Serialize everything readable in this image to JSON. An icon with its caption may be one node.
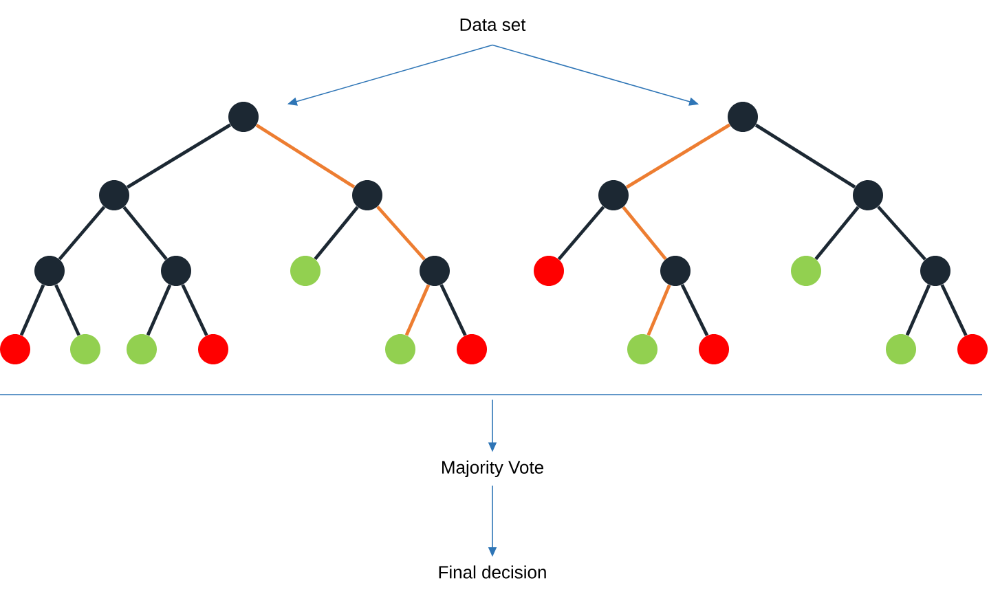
{
  "diagram": {
    "nodes": [
      {
        "text": [
          "Data set"
        ]
      },
      {
        "text": [],
        "shape": "circle"
      },
      {
        "text": [],
        "shape": "circle"
      },
      {
        "text": [],
        "shape": "circle"
      },
      {
        "text": [],
        "shape": "circle"
      },
      {
        "text": [],
        "shape": "circle"
      },
      {
        "text": [],
        "shape": "circle"
      },
      {
        "text": [],
        "shape": "circle"
      },
      {
        "text": [],
        "shape": "circle"
      },
      {
        "text": [],
        "shape": "circle"
      },
      {
        "text": [],
        "shape": "circle"
      },
      {
        "text": [],
        "shape": "circle"
      },
      {
        "text": [],
        "shape": "circle"
      },
      {
        "text": [],
        "shape": "circle"
      },
      {
        "text": [],
        "shape": "circle"
      },
      {
        "text": [],
        "shape": "circle"
      },
      {
        "text": [],
        "shape": "circle"
      },
      {
        "text": [],
        "shape": "circle"
      },
      {
        "text": [],
        "shape": "circle"
      },
      {
        "text": [],
        "shape": "circle"
      },
      {
        "text": [],
        "shape": "circle"
      },
      {
        "text": [],
        "shape": "circle"
      },
      {
        "text": [],
        "shape": "circle"
      },
      {
        "text": [],
        "shape": "circle"
      },
      {
        "text": [],
        "shape": "circle"
      },
      {
        "text": [],
        "shape": "bar"
      },
      {
        "text": [
          "Majority Vote"
        ]
      },
      {
        "text": [
          "Final decision"
        ]
      }
    ],
    "edges": [
      {
        "from": 0,
        "to": 1,
        "arrow": "to",
        "color": "#2e75b6"
      },
      {
        "from": 0,
        "to": 14,
        "arrow": "to",
        "color": "#2e75b6"
      },
      {
        "from": 1,
        "to": 2,
        "arrow": "none"
      },
      {
        "from": 1,
        "to": 3,
        "arrow": "none",
        "color": "#ed7d31"
      },
      {
        "from": 2,
        "to": 4,
        "arrow": "none"
      },
      {
        "from": 2,
        "to": 5,
        "arrow": "none"
      },
      {
        "from": 3,
        "to": 6,
        "arrow": "none"
      },
      {
        "from": 3,
        "to": 7,
        "arrow": "none",
        "color": "#ed7d31"
      },
      {
        "from": 4,
        "to": 8,
        "arrow": "none"
      },
      {
        "from": 4,
        "to": 9,
        "arrow": "none"
      },
      {
        "from": 5,
        "to": 10,
        "arrow": "none"
      },
      {
        "from": 5,
        "to": 11,
        "arrow": "none"
      },
      {
        "from": 7,
        "to": 12,
        "arrow": "none",
        "color": "#ed7d31"
      },
      {
        "from": 7,
        "to": 13,
        "arrow": "none"
      },
      {
        "from": 14,
        "to": 15,
        "arrow": "none",
        "color": "#ed7d31"
      },
      {
        "from": 14,
        "to": 16,
        "arrow": "none"
      },
      {
        "from": 15,
        "to": 17,
        "arrow": "none"
      },
      {
        "from": 15,
        "to": 18,
        "arrow": "none",
        "color": "#ed7d31"
      },
      {
        "from": 16,
        "to": 19,
        "arrow": "none"
      },
      {
        "from": 16,
        "to": 20,
        "arrow": "none"
      },
      {
        "from": 18,
        "to": 21,
        "arrow": "none",
        "color": "#ed7d31"
      },
      {
        "from": 18,
        "to": 22,
        "arrow": "none"
      },
      {
        "from": 20,
        "to": 23,
        "arrow": "none"
      },
      {
        "from": 20,
        "to": 24,
        "arrow": "none"
      },
      {
        "from": 25,
        "to": 26,
        "arrow": "to",
        "color": "#2e75b6"
      },
      {
        "from": 26,
        "to": 27,
        "arrow": "to",
        "color": "#2e75b6"
      }
    ]
  }
}
